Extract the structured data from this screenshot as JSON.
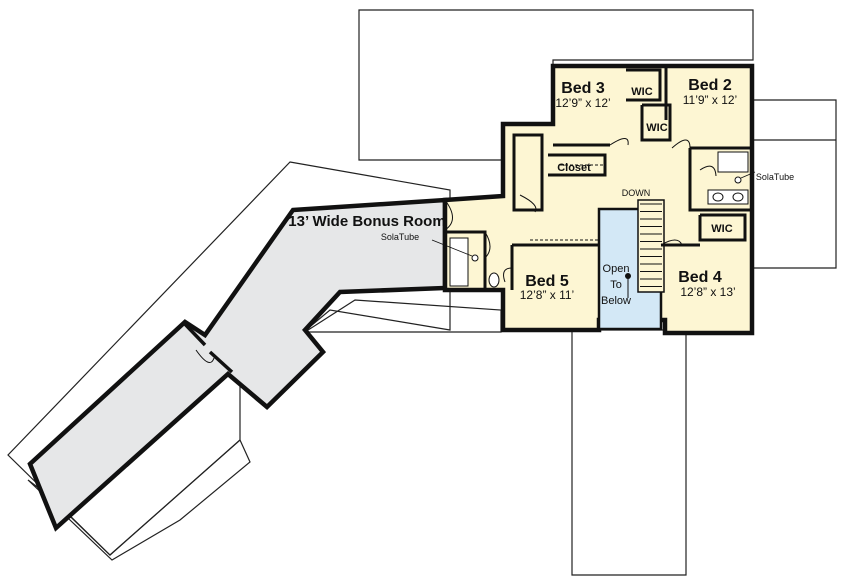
{
  "rooms": {
    "bonus": {
      "name": "13’ Wide Bonus Room",
      "solatube": "SolaTube"
    },
    "bed3": {
      "name": "Bed 3",
      "dims": "12’9” x 12’"
    },
    "bed2": {
      "name": "Bed 2",
      "dims": "11’9” x 12’"
    },
    "bed4": {
      "name": "Bed 4",
      "dims": "12’8” x 13’"
    },
    "bed5": {
      "name": "Bed 5",
      "dims": "12’8” x 11’"
    },
    "wic_bed3": "WIC",
    "wic_bed2": "WIC",
    "wic_bed4": "WIC",
    "closet": "Closet",
    "solatube_right": "SolaTube",
    "stair_down": "DOWN",
    "open_to_below": [
      "Open",
      "To",
      "Below"
    ]
  },
  "colors": {
    "finished_floor": "#fdf6d3",
    "bonus_floor": "#e6e7e8",
    "open_below": "#d3e8f6",
    "walls": "#111111",
    "roofline": "#222222"
  }
}
